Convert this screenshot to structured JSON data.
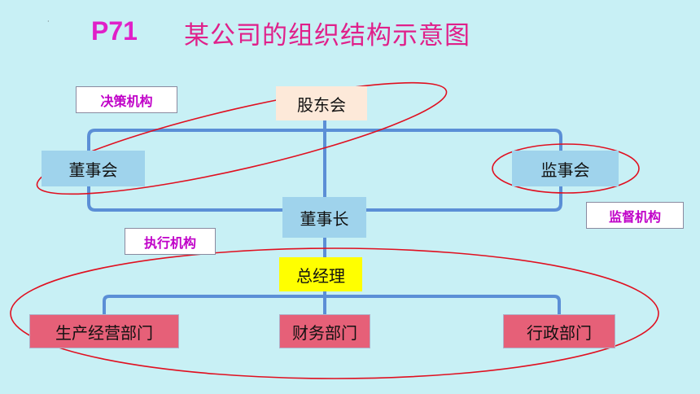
{
  "title": {
    "code": "P71",
    "text": "某公司的组织结构示意图"
  },
  "nodes": {
    "shareholders": "股东会",
    "board": "董事会",
    "supervisory": "监事会",
    "chairman": "董事长",
    "general_manager": "总经理",
    "production": "生产经营部门",
    "finance": "财务部门",
    "administration": "行政部门"
  },
  "tags": {
    "decision": "决策机构",
    "execution": "执行机构",
    "supervision": "监督机构"
  },
  "colors": {
    "background": "#c8f0f5",
    "connector": "#5b8fd6",
    "ellipse": "#e01020",
    "title_code": "#e020c8",
    "title_text": "#e0208a",
    "tag_text": "#c000c8"
  }
}
